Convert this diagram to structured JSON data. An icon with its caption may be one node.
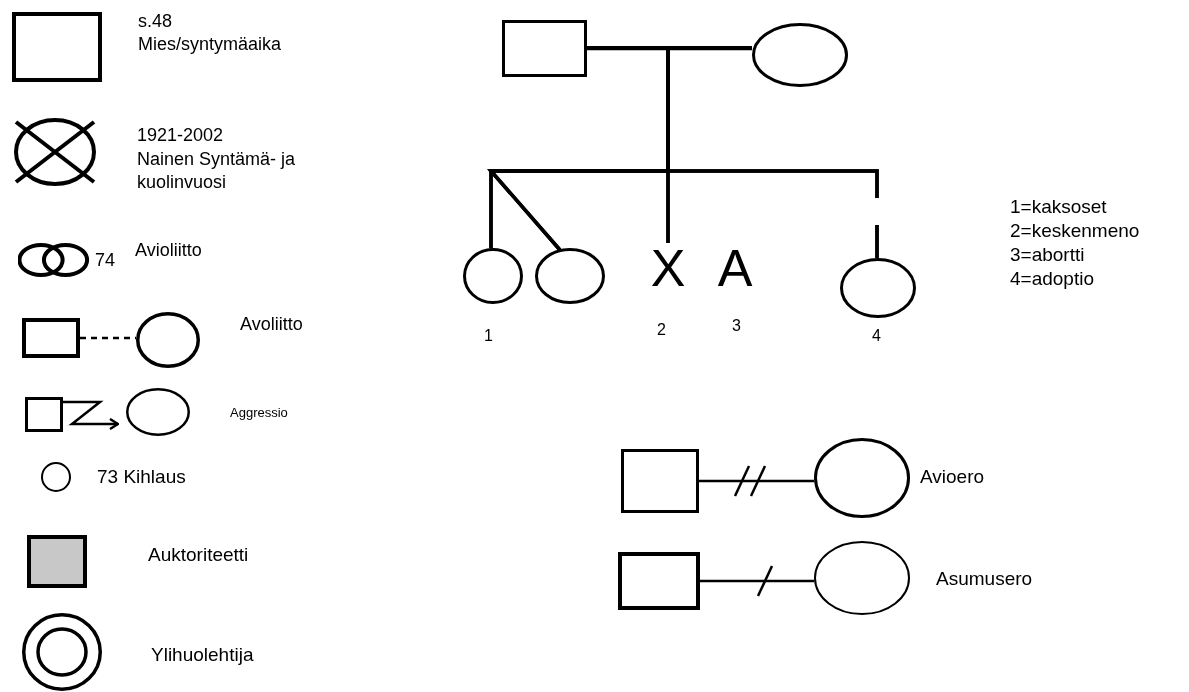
{
  "diagram": {
    "nodes": [
      {
        "text": [],
        "shape": "box",
        "beside": [
          "s.48",
          "Mies/syntymäaika"
        ]
      },
      {
        "text": [],
        "shape": "circle",
        "beside": [
          "1921-2002",
          "Nainen Syntämä- ja kuolinvuosi"
        ]
      },
      {
        "text": [],
        "shape": "rings",
        "beside": [
          "74",
          "Avioliitto"
        ]
      },
      {
        "text": [],
        "shape": "box"
      },
      {
        "text": [],
        "shape": "circle",
        "beside": [
          "Avoliitto"
        ]
      },
      {
        "text": [],
        "shape": "box"
      },
      {
        "text": [],
        "shape": "circle",
        "beside": [
          "Aggressio"
        ]
      },
      {
        "text": [],
        "shape": "circle",
        "beside": [
          "73 Kihlaus"
        ]
      },
      {
        "text": [],
        "shape": "box",
        "beside": [
          "Auktoriteetti"
        ]
      },
      {
        "text": [],
        "shape": "circle",
        "beside": [
          "Ylihuolehtija"
        ]
      },
      {
        "text": [],
        "shape": "box"
      },
      {
        "text": [],
        "shape": "circle"
      },
      {
        "text": [],
        "shape": "circle"
      },
      {
        "text": [],
        "shape": "circle"
      },
      {
        "text": [
          "X"
        ],
        "beside": [
          "2"
        ]
      },
      {
        "text": [
          "A"
        ],
        "beside": [
          "3"
        ]
      },
      {
        "text": [],
        "shape": "circle",
        "beside": [
          "4"
        ]
      },
      {
        "text": [],
        "shape": "box"
      },
      {
        "text": [],
        "shape": "circle",
        "beside": [
          "Avioero"
        ]
      },
      {
        "text": [],
        "shape": "box"
      },
      {
        "text": [],
        "shape": "circle",
        "beside": [
          "Asumusero"
        ]
      }
    ],
    "edges": [
      {
        "from": 3,
        "to": 4,
        "arrow": "none",
        "style": "dashed"
      },
      {
        "from": 5,
        "to": 6,
        "arrow": "to"
      },
      {
        "from": 10,
        "to": 11,
        "arrow": "none"
      },
      {
        "from": 10,
        "to": 12,
        "arrow": "none"
      },
      {
        "from": 10,
        "to": 13,
        "arrow": "none"
      },
      {
        "from": 10,
        "to": 14,
        "arrow": "none"
      },
      {
        "from": 10,
        "to": 16,
        "arrow": "none",
        "style": "dashed"
      },
      {
        "from": 11,
        "to": 12,
        "arrow": "none"
      },
      {
        "from": 11,
        "to": 13,
        "arrow": "none"
      },
      {
        "from": 11,
        "to": 14,
        "arrow": "none"
      },
      {
        "from": 11,
        "to": 16,
        "arrow": "none",
        "style": "dashed"
      },
      {
        "from": 17,
        "to": 18,
        "arrow": "none"
      },
      {
        "from": 19,
        "to": 20,
        "arrow": "none"
      }
    ],
    "labels": [
      "1",
      "1=kaksoset",
      "2=keskenmeno",
      "3=abortti",
      "4=adoptio"
    ]
  }
}
